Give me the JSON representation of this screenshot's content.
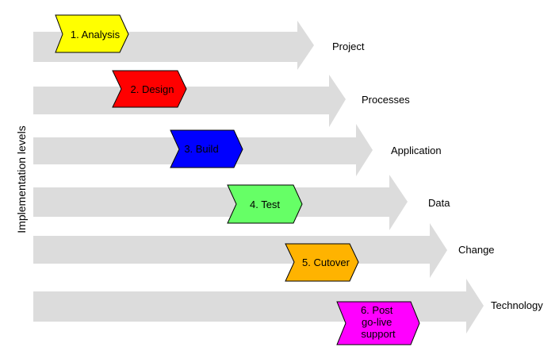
{
  "axis_label": "Implementation levels",
  "levels": [
    {
      "label": "Project"
    },
    {
      "label": "Processes"
    },
    {
      "label": "Application"
    },
    {
      "label": "Data"
    },
    {
      "label": "Change"
    },
    {
      "label": "Technology"
    }
  ],
  "phases": [
    {
      "lines": [
        "1. Analysis"
      ],
      "color": "#ffff00"
    },
    {
      "lines": [
        "2. Design"
      ],
      "color": "#ff0000"
    },
    {
      "lines": [
        "3. Build"
      ],
      "color": "#0000ff"
    },
    {
      "lines": [
        "4. Test"
      ],
      "color": "#66ff66"
    },
    {
      "lines": [
        "5. Cutover"
      ],
      "color": "#ffb300"
    },
    {
      "lines": [
        "6. Post",
        "go-live",
        "support"
      ],
      "color": "#ff00ff"
    }
  ],
  "colors": {
    "band": "#dcdcdc"
  }
}
